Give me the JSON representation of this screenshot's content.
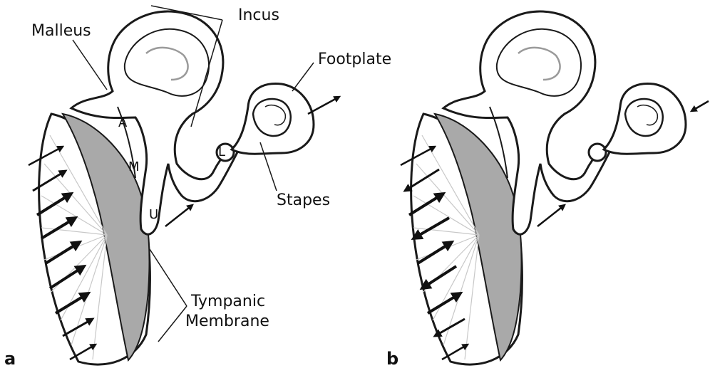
{
  "figure": {
    "panels": [
      {
        "letter": "a",
        "labels": {
          "malleus": "Malleus",
          "incus": "Incus",
          "footplate": "Footplate",
          "stapes": "Stapes",
          "tympanic_line1": "Tympanic",
          "tympanic_line2": "Membrane",
          "a": "A",
          "m": "M",
          "u": "U",
          "l": "L"
        }
      },
      {
        "letter": "b",
        "labels": {}
      }
    ]
  },
  "colors": {
    "outline": "#1a1a1a",
    "membrane_shade": "#a9a9a9",
    "spokes": "#c8c8c8",
    "background": "#ffffff"
  }
}
